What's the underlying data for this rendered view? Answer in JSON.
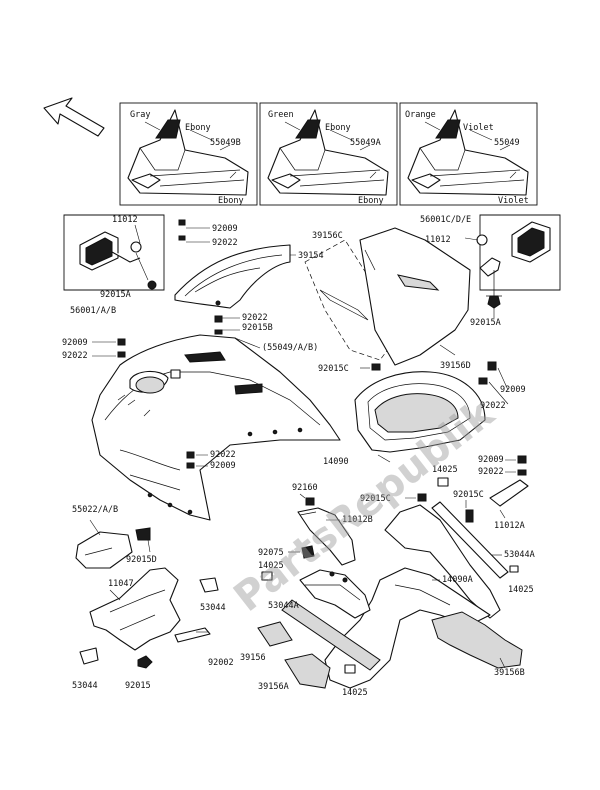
{
  "watermark": "PartsRepublik",
  "inset_boxes": [
    {
      "color_a": "Gray",
      "color_b": "Ebony",
      "part": "55049B",
      "color_c": "Ebony"
    },
    {
      "color_a": "Green",
      "color_b": "Ebony",
      "part": "55049A",
      "color_c": "Ebony"
    },
    {
      "color_a": "Orange",
      "color_b": "Violet",
      "part": "55049",
      "color_c": "Violet"
    }
  ],
  "labels": {
    "l_11012_left": "11012",
    "l_92015A_left": "92015A",
    "l_56001_left": "56001/A/B",
    "l_92009_top": "92009",
    "l_92022_top": "92022",
    "l_39154": "39154",
    "l_92022_mid": "92022",
    "l_92015B": "92015B",
    "l_39156C": "39156C",
    "l_56001_right": "56001C/D/E",
    "l_11012_right": "11012",
    "l_92015A_right": "92015A",
    "l_92009_left": "92009",
    "l_92022_left": "92022",
    "l_55049_ref": "(55049/A/B)",
    "l_39156D": "39156D",
    "l_92015C_mid": "92015C",
    "l_92009_right": "92009",
    "l_92022_right": "92022",
    "l_92022_low": "92022",
    "l_92009_low": "92009",
    "l_14090": "14090",
    "l_14025_a": "14025",
    "l_92009_r2": "92009",
    "l_92022_r2": "92022",
    "l_92160": "92160",
    "l_92015C_b": "92015C",
    "l_92015C_c": "92015C",
    "l_11012A": "11012A",
    "l_11012B": "11012B",
    "l_55022": "55022/A/B",
    "l_92015D": "92015D",
    "l_92075": "92075",
    "l_53044A_r": "53044A",
    "l_14025_b": "14025",
    "l_11047": "11047",
    "l_53044_r": "53044",
    "l_53044A": "53044A",
    "l_14090A": "14090A",
    "l_14025_c": "14025",
    "l_39156": "39156",
    "l_39156B": "39156B",
    "l_92002": "92002",
    "l_39156A": "39156A",
    "l_14025_d": "14025",
    "l_53044_l": "53044",
    "l_92015": "92015"
  }
}
